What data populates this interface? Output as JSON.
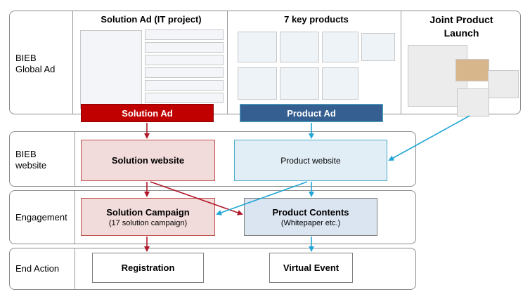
{
  "rows": {
    "global_ad": "BIEB\nGlobal Ad",
    "website": "BIEB\nwebsite",
    "engagement": "Engagement",
    "end_action": "End Action"
  },
  "columns": {
    "solution": "Solution Ad (IT project)",
    "products": "7 key products",
    "joint": "Joint Product\nLaunch"
  },
  "ad_bars": {
    "solution": "Solution Ad",
    "product": "Product Ad"
  },
  "boxes": {
    "solution_website": "Solution website",
    "product_website": "Product website",
    "solution_campaign": "Solution Campaign",
    "solution_campaign_sub": "(17 solution campaign)",
    "product_contents": "Product Contents",
    "product_contents_sub": "(Whitepaper etc.)",
    "registration": "Registration",
    "virtual_event": "Virtual Event"
  },
  "colors": {
    "solution_red": "#c00000",
    "solution_fill": "#f2dcdb",
    "solution_border": "#c0504d",
    "product_blue": "#365f91",
    "product_fill": "#dbe5f1",
    "product_light_fill": "#e1eef6",
    "product_border": "#4bacc6",
    "arrow_red": "#b0182a",
    "arrow_blue": "#22a6d6"
  }
}
